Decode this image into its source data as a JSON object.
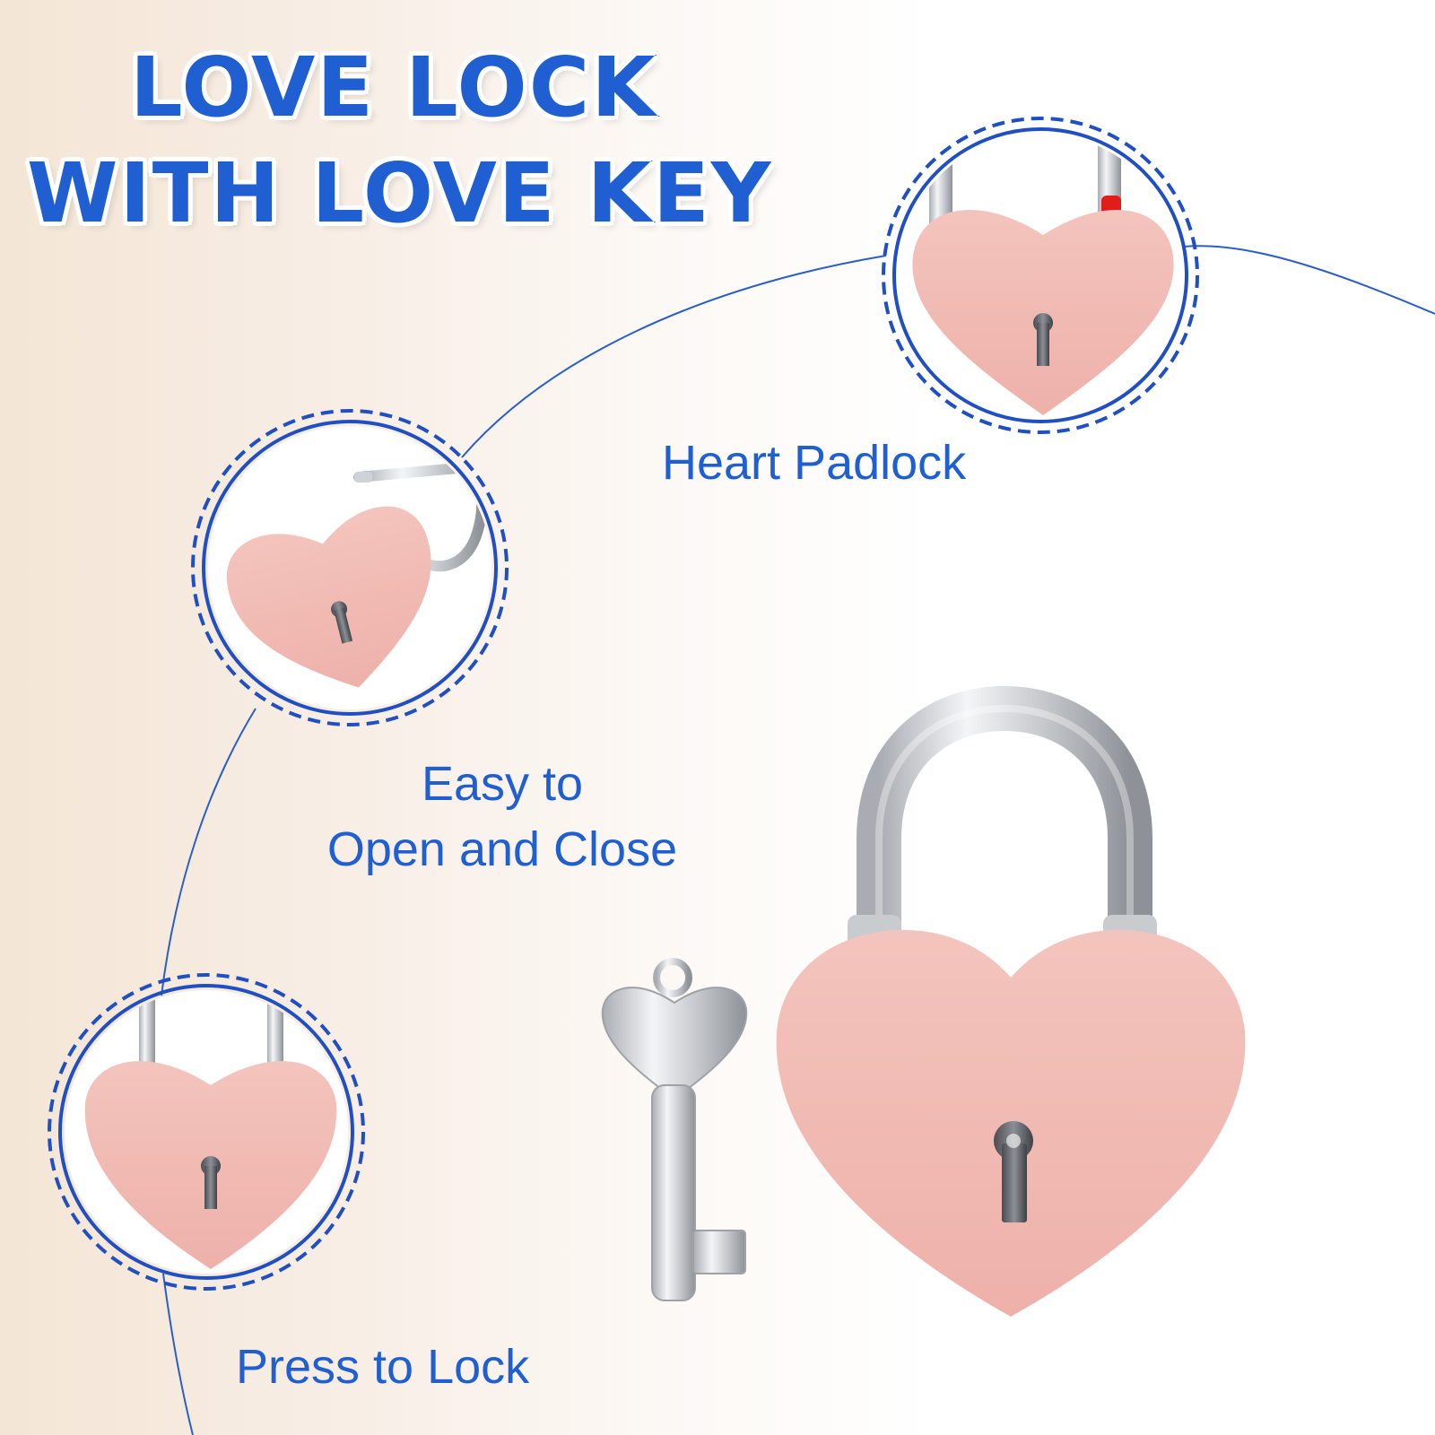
{
  "title": {
    "line1": "LOVE LOCK",
    "line2": "WITH LOVE KEY"
  },
  "features": {
    "heart_padlock": "Heart Padlock",
    "easy_line1": "Easy to",
    "easy_line2": "Open and Close",
    "press_to_lock": "Press to Lock"
  },
  "colors": {
    "accent_blue": "#1f5fd1",
    "lock_pink": "#f0b9b2",
    "silver": "#d9dbde"
  }
}
